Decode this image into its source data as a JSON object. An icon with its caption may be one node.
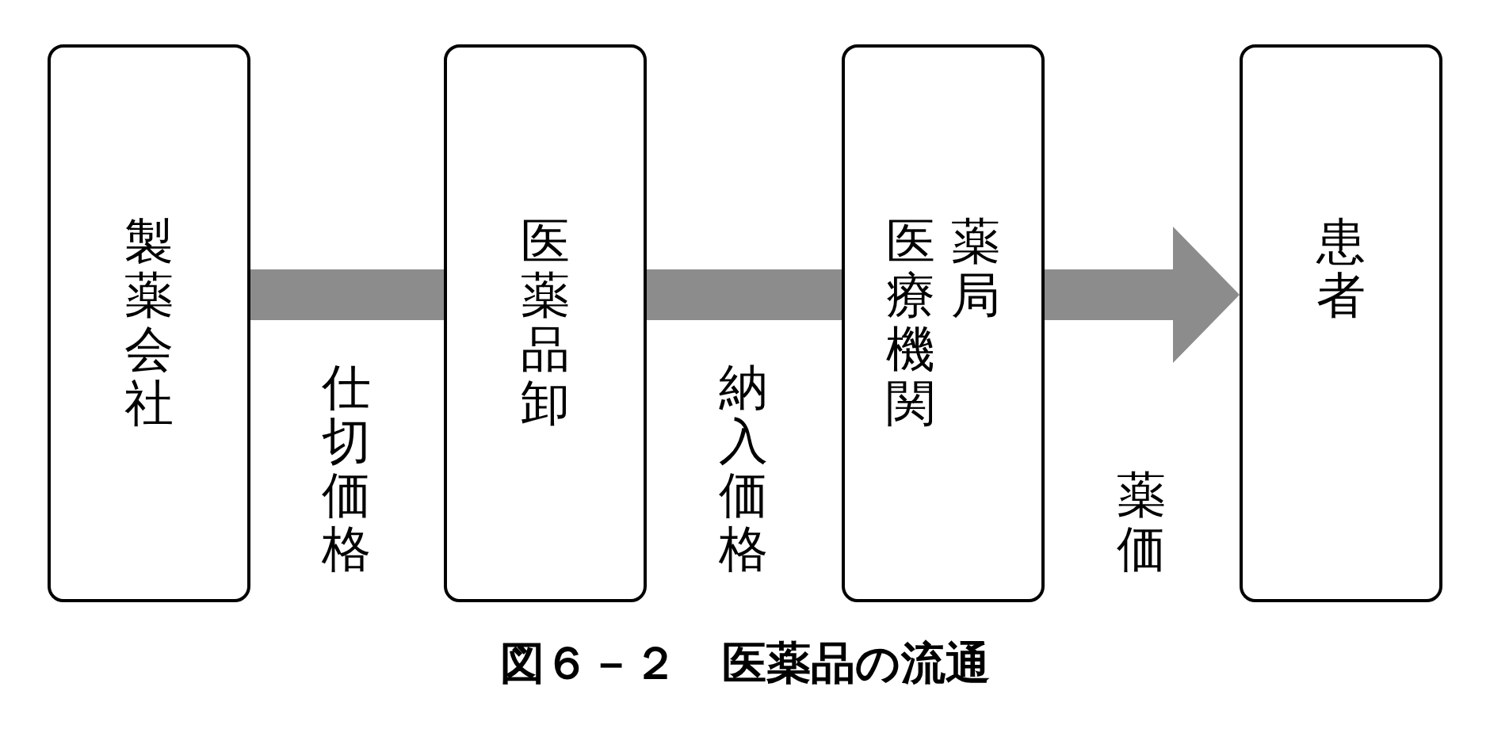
{
  "diagram": {
    "caption": "図６－２　医薬品の流通",
    "nodes": [
      {
        "text": [
          "製薬会社"
        ]
      },
      {
        "text": [
          "医薬品卸"
        ]
      },
      {
        "text": [
          "医療機関",
          "薬局"
        ]
      },
      {
        "text": [
          "患者"
        ]
      }
    ],
    "edges": [
      {
        "from": 0,
        "to": 1,
        "arrow": "none",
        "label": "仕切価格"
      },
      {
        "from": 1,
        "to": 2,
        "arrow": "none",
        "label": "納入価格"
      },
      {
        "from": 2,
        "to": 3,
        "arrow": "to",
        "label": "薬価"
      }
    ]
  }
}
